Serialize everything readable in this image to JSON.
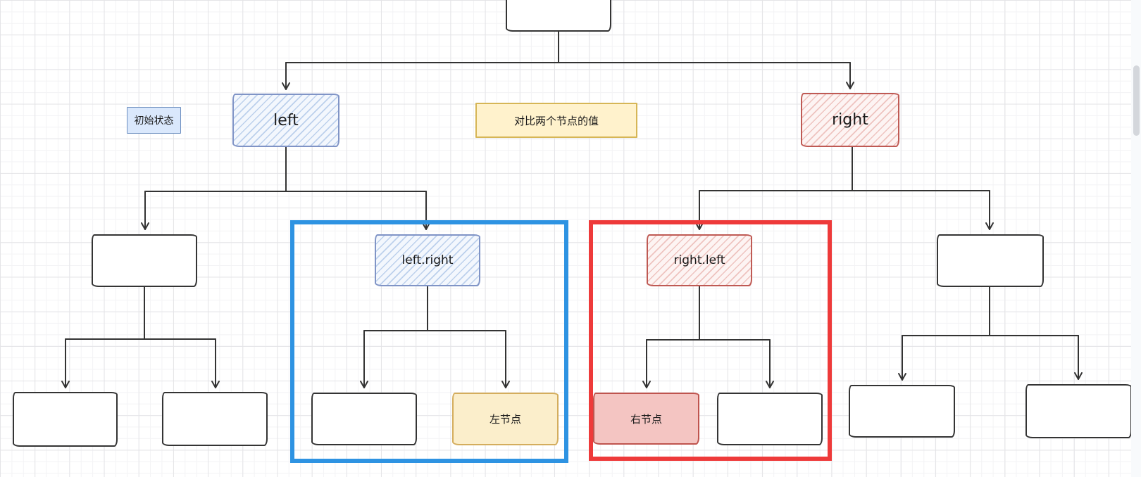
{
  "diagram": {
    "title": "binary tree symmetry comparison sketch",
    "nodes": {
      "root": "",
      "left": "left",
      "right": "right",
      "left_left": "",
      "left_right": "left.right",
      "right_left": "right.left",
      "right_right": "",
      "left_left_left": "",
      "left_left_right": "",
      "left_right_left": "",
      "left_right_right": "左节点",
      "right_left_left": "右节点",
      "right_left_right": "",
      "right_right_left": "",
      "right_right_right": ""
    },
    "annotations": {
      "initial_state": "初始状态",
      "compare_note": "对比两个节点的值"
    },
    "colors": {
      "blue_node_border": "#8094c6",
      "blue_node_fill": "#f3f7fd",
      "blue_node_hatch": "#bcd0ec",
      "red_node_border": "#bf5a54",
      "red_node_fill": "#fdf4f3",
      "red_node_hatch": "#eec3bf",
      "initial_state_fill": "#dae8fc",
      "initial_state_border": "#6c8ebf",
      "compare_note_fill": "#fff2cc",
      "compare_note_border": "#d6b656",
      "left_leaf_fill": "#fbeecb",
      "left_leaf_border": "#d4ad5d",
      "right_leaf_fill": "#f4c5c2",
      "right_leaf_border": "#bf544e",
      "highlight_blue": "#2e93e2",
      "highlight_red": "#ee3a3a",
      "connector_stroke": "#333333",
      "plain_node_border": "#343434"
    }
  }
}
